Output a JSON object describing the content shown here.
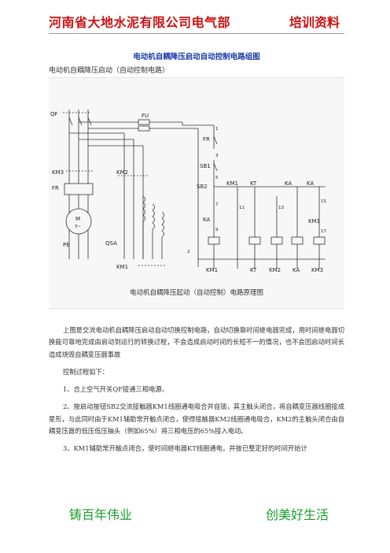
{
  "header": {
    "company": "河南省大地水泥有限公司电气部",
    "training": "培训资料"
  },
  "doc_title": "电动机自耦降压启动自动控制电路组图",
  "sub_caption": "电动机自耦降压启动（自动控制电路）",
  "figure_caption": "电动机自耦降压起动（自动控制）电路原理图",
  "diagram": {
    "labels": {
      "qf": "QF",
      "fu": "FU",
      "km3": "KM3",
      "km2": "KM2",
      "fr": "FR",
      "motor": "M",
      "motor_phase": "3~",
      "pe": "PE",
      "qsa": "QSA",
      "km1": "KM1",
      "fr_ctrl": "FR",
      "sb1": "SB1",
      "sb2": "SB2",
      "km1_c": "KM1",
      "kt_c": "KT",
      "ka_c1": "KA",
      "ka_c2": "KA",
      "ka_c3": "KA",
      "km1_c2": "KM1",
      "n1": "1",
      "n3": "3",
      "n5": "5",
      "n7": "7",
      "n9": "9",
      "n11": "11",
      "n13": "13",
      "n15": "15",
      "n17": "17",
      "n2": "2"
    },
    "coils": [
      "KM1",
      "KT",
      "KM2",
      "KA",
      "KM3"
    ]
  },
  "body": {
    "p1": "上图是交流电动机自耦降压启动自动切换控制电路，自动切换靠时间继电器完成，用时间继电器切换能可靠地完成由启动到运行的转换过程，不会造成启动时间的长短不一的情况，也不会因启动时间长造成烧毁自耦变压器事故",
    "p2": "控制过程如下：",
    "p3": "1、合上空气开关QF接通三相电源。",
    "p4": "2、按启动按钮SB2交流接触器KM1线圈通电吸合并自锁，其主触头闭合，将自耦变压器线圈接成星形，与此同时由于KM1辅助常开触点闭合，使得接触器KM2线圈通电吸合，KM2的主触头闭合由自耦变压器的低压低压抽头（例如65%）将三相电压的65%接入电动。",
    "p5": "3、KM1辅助常开触点闭合，使时间继电器KT线圈通电，并按已整定好的时间开始计"
  },
  "footer": {
    "left": "铸百年伟业",
    "right": "创美好生活"
  }
}
